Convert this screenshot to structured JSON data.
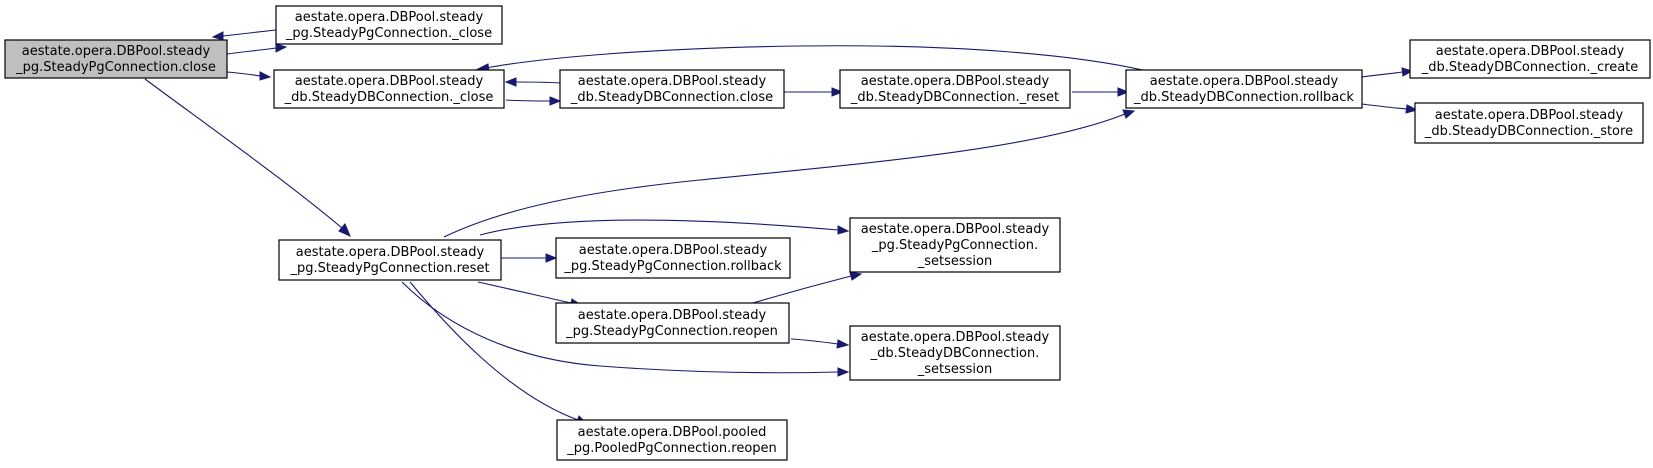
{
  "nodes": {
    "n_close_pg": {
      "lines": [
        "aestate.opera.DBPool.steady",
        "_pg.SteadyPgConnection.close"
      ]
    },
    "n__close_pg": {
      "lines": [
        "aestate.opera.DBPool.steady",
        "_pg.SteadyPgConnection._close"
      ]
    },
    "n__close_db": {
      "lines": [
        "aestate.opera.DBPool.steady",
        "_db.SteadyDBConnection._close"
      ]
    },
    "n_close_db": {
      "lines": [
        "aestate.opera.DBPool.steady",
        "_db.SteadyDBConnection.close"
      ]
    },
    "n__reset_db": {
      "lines": [
        "aestate.opera.DBPool.steady",
        "_db.SteadyDBConnection._reset"
      ]
    },
    "n_rollback_db": {
      "lines": [
        "aestate.opera.DBPool.steady",
        "_db.SteadyDBConnection.rollback"
      ]
    },
    "n__create_db": {
      "lines": [
        "aestate.opera.DBPool.steady",
        "_db.SteadyDBConnection._create"
      ]
    },
    "n__store_db": {
      "lines": [
        "aestate.opera.DBPool.steady",
        "_db.SteadyDBConnection._store"
      ]
    },
    "n_reset_pg": {
      "lines": [
        "aestate.opera.DBPool.steady",
        "_pg.SteadyPgConnection.reset"
      ]
    },
    "n_setsession_pg": {
      "lines": [
        "aestate.opera.DBPool.steady",
        "_pg.SteadyPgConnection.",
        "_setsession"
      ]
    },
    "n_rollback_pg": {
      "lines": [
        "aestate.opera.DBPool.steady",
        "_pg.SteadyPgConnection.rollback"
      ]
    },
    "n_reopen_pg": {
      "lines": [
        "aestate.opera.DBPool.steady",
        "_pg.SteadyPgConnection.reopen"
      ]
    },
    "n_setsession_db": {
      "lines": [
        "aestate.opera.DBPool.steady",
        "_db.SteadyDBConnection.",
        "_setsession"
      ]
    },
    "n_pooled_reopen": {
      "lines": [
        "aestate.opera.DBPool.pooled",
        "_pg.PooledPgConnection.reopen"
      ]
    }
  },
  "edges": [
    [
      "n_close_pg",
      "n__close_pg"
    ],
    [
      "n__close_pg",
      "n_close_pg"
    ],
    [
      "n_close_pg",
      "n__close_db"
    ],
    [
      "n_close_pg",
      "n_reset_pg"
    ],
    [
      "n__close_db",
      "n_close_db"
    ],
    [
      "n_close_db",
      "n__close_db"
    ],
    [
      "n_close_db",
      "n__reset_db"
    ],
    [
      "n__reset_db",
      "n_rollback_db"
    ],
    [
      "n_rollback_db",
      "n__close_db"
    ],
    [
      "n_rollback_db",
      "n__create_db"
    ],
    [
      "n_rollback_db",
      "n__store_db"
    ],
    [
      "n_reset_pg",
      "n_rollback_db"
    ],
    [
      "n_reset_pg",
      "n_setsession_pg"
    ],
    [
      "n_reset_pg",
      "n_rollback_pg"
    ],
    [
      "n_reset_pg",
      "n_reopen_pg"
    ],
    [
      "n_reset_pg",
      "n_setsession_db"
    ],
    [
      "n_reset_pg",
      "n_pooled_reopen"
    ],
    [
      "n_reopen_pg",
      "n_setsession_pg"
    ],
    [
      "n_reopen_pg",
      "n_setsession_db"
    ]
  ]
}
